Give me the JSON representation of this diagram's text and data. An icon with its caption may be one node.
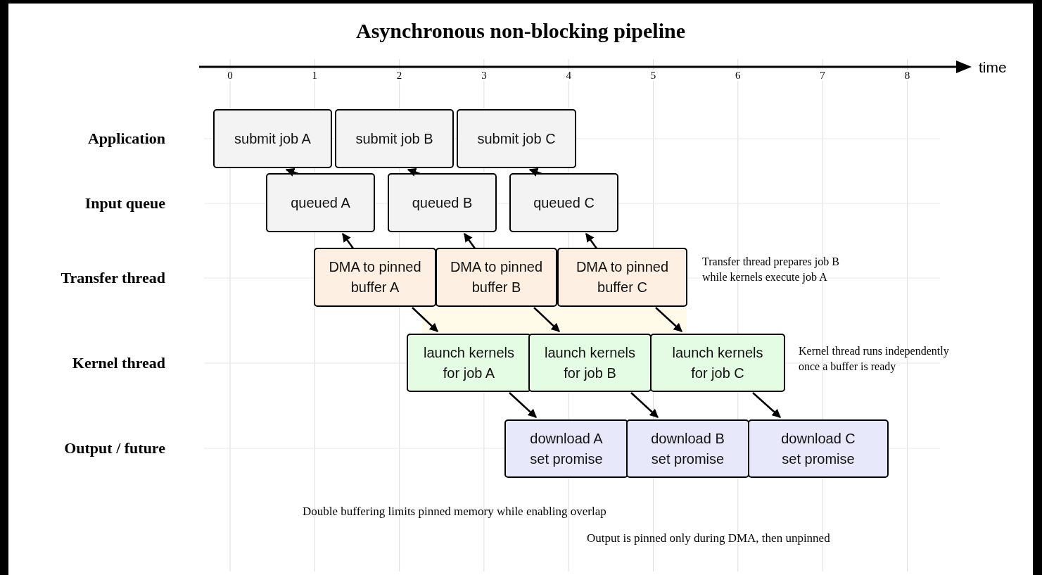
{
  "diagram": {
    "title": "Asynchronous non-blocking pipeline",
    "nodes": [
      {
        "text": [
          "submit job A"
        ]
      },
      {
        "text": [
          "submit job B"
        ]
      },
      {
        "text": [
          "submit job C"
        ]
      },
      {
        "text": [
          "queued A"
        ]
      },
      {
        "text": [
          "queued B"
        ]
      },
      {
        "text": [
          "queued C"
        ]
      },
      {
        "text": [
          "DMA to pinned buffer A"
        ]
      },
      {
        "text": [
          "DMA to pinned buffer B"
        ]
      },
      {
        "text": [
          "DMA to pinned buffer C"
        ]
      },
      {
        "text": [
          "launch kernels for job A"
        ]
      },
      {
        "text": [
          "launch kernels for job B"
        ]
      },
      {
        "text": [
          "launch kernels for job C"
        ]
      },
      {
        "text": [
          "download A set promise"
        ]
      },
      {
        "text": [
          "download B set promise"
        ]
      },
      {
        "text": [
          "download C set promise"
        ]
      }
    ],
    "edges": [
      {
        "from": 3,
        "to": 0,
        "arrow": "to"
      },
      {
        "from": 4,
        "to": 1,
        "arrow": "to"
      },
      {
        "from": 5,
        "to": 2,
        "arrow": "to"
      },
      {
        "from": 6,
        "to": 3,
        "arrow": "to"
      },
      {
        "from": 7,
        "to": 4,
        "arrow": "to"
      },
      {
        "from": 8,
        "to": 5,
        "arrow": "to"
      },
      {
        "from": 6,
        "to": 9,
        "arrow": "to"
      },
      {
        "from": 7,
        "to": 10,
        "arrow": "to"
      },
      {
        "from": 8,
        "to": 11,
        "arrow": "to"
      },
      {
        "from": 9,
        "to": 12,
        "arrow": "to"
      },
      {
        "from": 10,
        "to": 13,
        "arrow": "to"
      },
      {
        "from": 11,
        "to": 14,
        "arrow": "to"
      }
    ],
    "labels": [
      "0",
      "1",
      "2",
      "3",
      "4",
      "5",
      "6",
      "7",
      "8",
      "time",
      "Application",
      "Input queue",
      "Transfer thread",
      "Transfer thread prepares job B while kernels execute job A",
      "Kernel thread",
      "Kernel thread runs independently once a buffer is ready",
      "Output / future",
      "Double buffering limits pinned memory while enabling overlap",
      "Output is pinned only during DMA, then unpinned"
    ]
  }
}
